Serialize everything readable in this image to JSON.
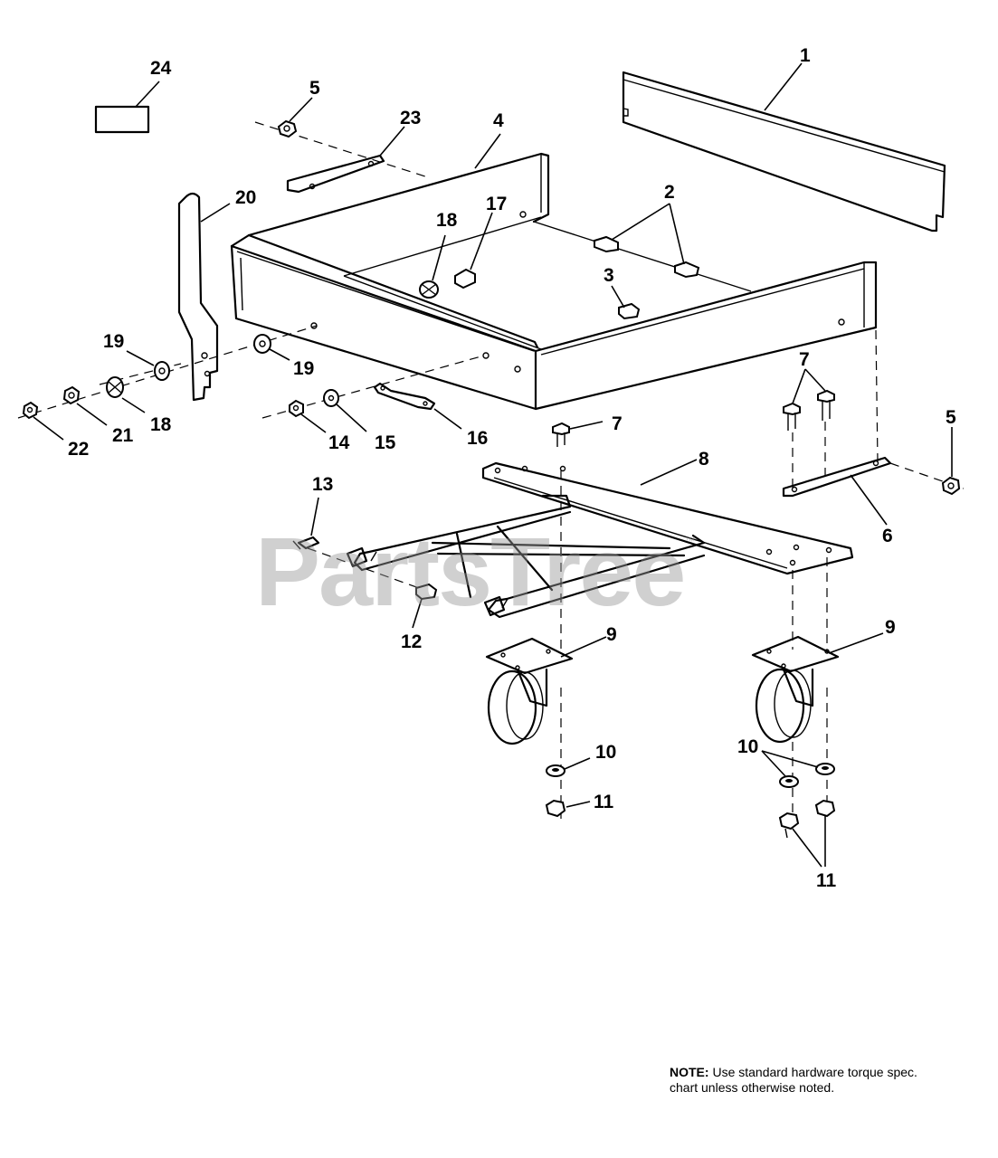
{
  "diagram": {
    "callouts": [
      {
        "id": "c1",
        "label": "1"
      },
      {
        "id": "c2",
        "label": "2"
      },
      {
        "id": "c3",
        "label": "3"
      },
      {
        "id": "c4",
        "label": "4"
      },
      {
        "id": "c5a",
        "label": "5"
      },
      {
        "id": "c5b",
        "label": "5"
      },
      {
        "id": "c6",
        "label": "6"
      },
      {
        "id": "c7a",
        "label": "7"
      },
      {
        "id": "c7b",
        "label": "7"
      },
      {
        "id": "c8",
        "label": "8"
      },
      {
        "id": "c9a",
        "label": "9"
      },
      {
        "id": "c9b",
        "label": "9"
      },
      {
        "id": "c10a",
        "label": "10"
      },
      {
        "id": "c10b",
        "label": "10"
      },
      {
        "id": "c11a",
        "label": "11"
      },
      {
        "id": "c11b",
        "label": "11"
      },
      {
        "id": "c12",
        "label": "12"
      },
      {
        "id": "c13",
        "label": "13"
      },
      {
        "id": "c14",
        "label": "14"
      },
      {
        "id": "c15",
        "label": "15"
      },
      {
        "id": "c16",
        "label": "16"
      },
      {
        "id": "c17",
        "label": "17"
      },
      {
        "id": "c18a",
        "label": "18"
      },
      {
        "id": "c18b",
        "label": "18"
      },
      {
        "id": "c19a",
        "label": "19"
      },
      {
        "id": "c19b",
        "label": "19"
      },
      {
        "id": "c20",
        "label": "20"
      },
      {
        "id": "c21",
        "label": "21"
      },
      {
        "id": "c22",
        "label": "22"
      },
      {
        "id": "c23",
        "label": "23"
      },
      {
        "id": "c24",
        "label": "24"
      }
    ]
  },
  "watermark": {
    "text": "PartsTree",
    "mark": "™"
  },
  "note": {
    "label": "NOTE:",
    "text": "Use standard hardware torque spec. chart unless otherwise noted."
  }
}
